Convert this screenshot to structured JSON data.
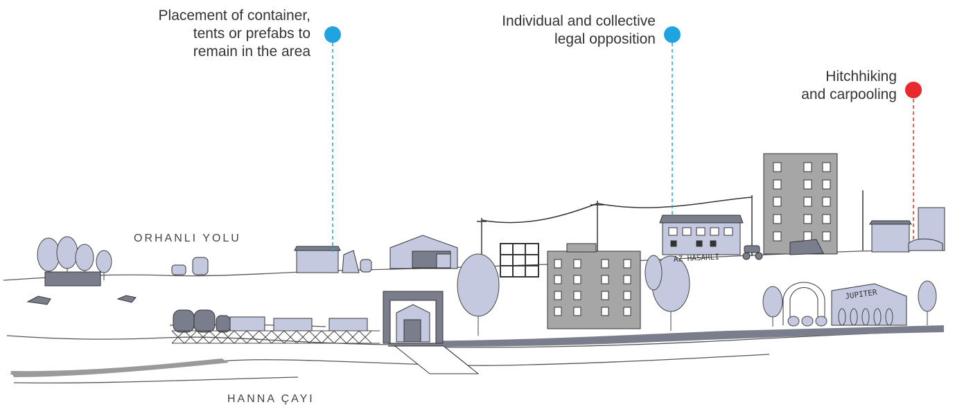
{
  "callouts": [
    {
      "lines": [
        "Placement of container,",
        "tents or prefabs to",
        "remain in the area"
      ],
      "color": "#20a4e0"
    },
    {
      "lines": [
        "Individual and collective",
        "legal opposition"
      ],
      "color": "#20a4e0"
    },
    {
      "lines": [
        "Hitchhiking",
        "and carpooling"
      ],
      "color": "#e8292e"
    }
  ],
  "places": {
    "road": "ORHANLI YOLU",
    "river": "HANNA ÇAYI"
  },
  "signs": {
    "damaged_building": "AZ HASARLI",
    "venue": "JUPITER"
  },
  "colors": {
    "fill": "#c5c9df",
    "gray": "#a6a6a6",
    "dark": "#7a7d8c",
    "ink": "#333333"
  }
}
